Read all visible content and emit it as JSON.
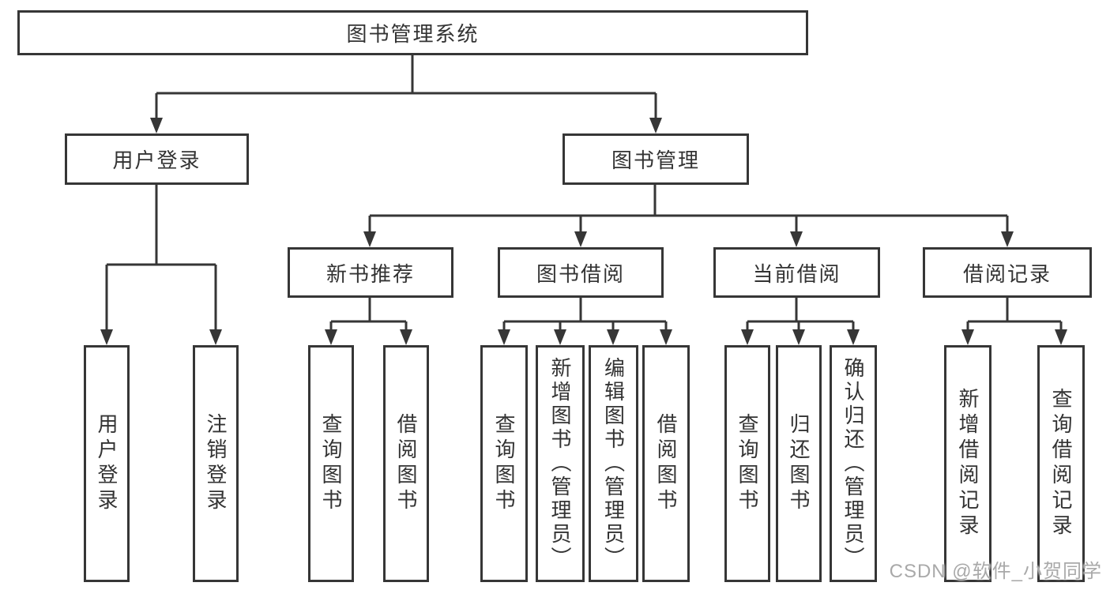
{
  "tree": {
    "root": "图书管理系统",
    "login": {
      "label": "用户登录",
      "children": [
        "用户登录",
        "注销登录"
      ]
    },
    "manage": {
      "label": "图书管理",
      "groups": [
        {
          "label": "新书推荐",
          "children": [
            "查询图书",
            "借阅图书"
          ]
        },
        {
          "label": "图书借阅",
          "children": [
            "查询图书",
            "新增图书（管理员）",
            "编辑图书（管理员）",
            "借阅图书"
          ]
        },
        {
          "label": "当前借阅",
          "children": [
            "查询图书",
            "归还图书",
            "确认归还（管理员）"
          ]
        },
        {
          "label": "借阅记录",
          "children": [
            "新增借阅记录",
            "查询借阅记录"
          ]
        }
      ]
    }
  },
  "watermark": "CSDN @软件_小贺同学",
  "colors": {
    "line": "#363636",
    "text": "#333333",
    "watermark": "#a9a9a9",
    "background": "#ffffff"
  }
}
